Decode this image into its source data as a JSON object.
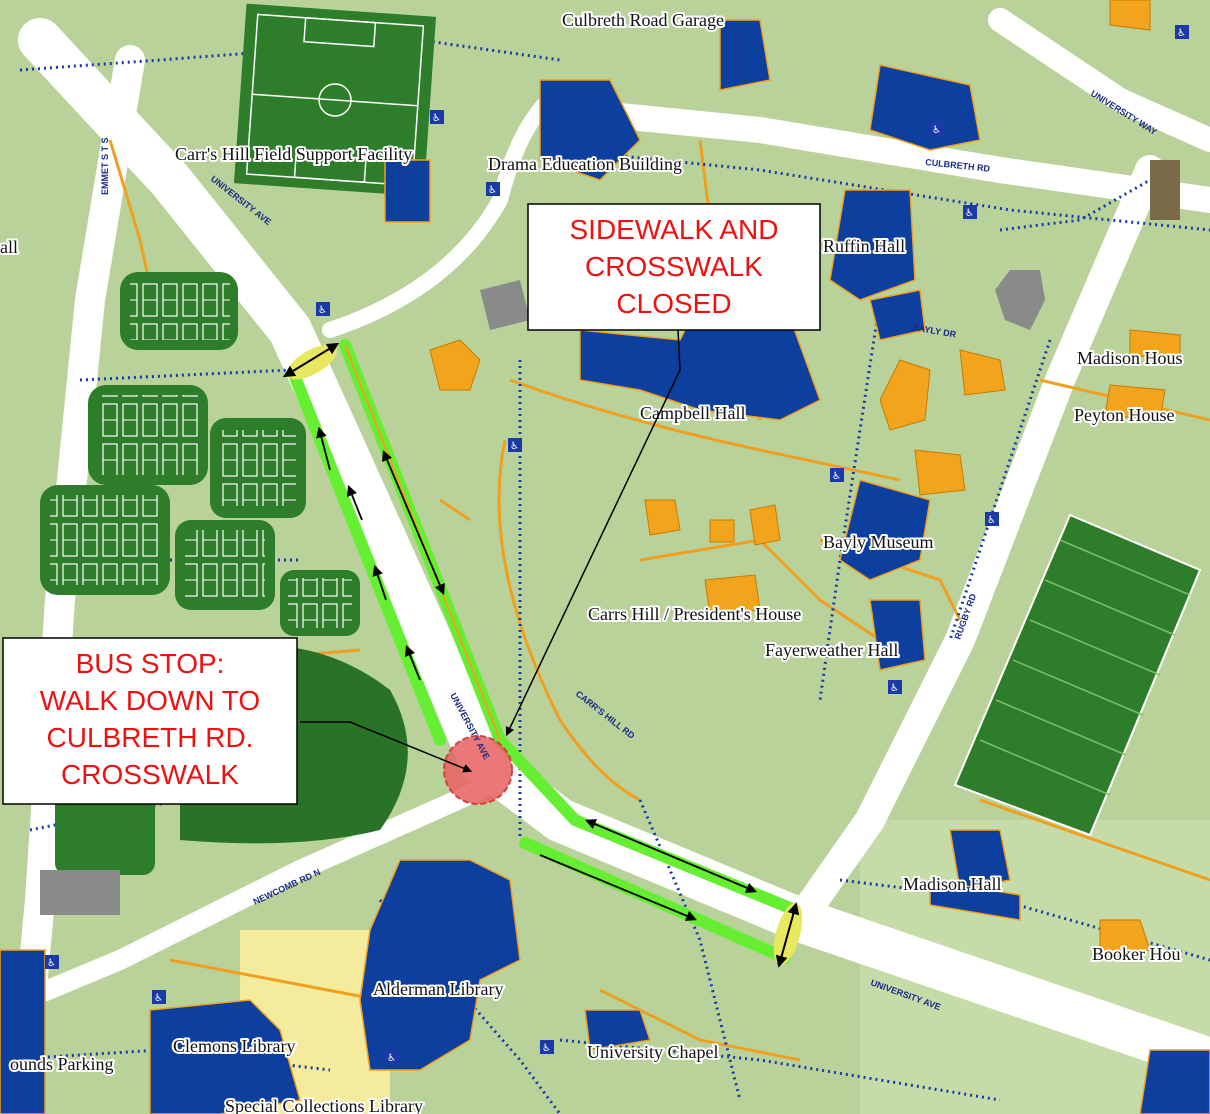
{
  "map": {
    "callouts": {
      "sidewalk": [
        "SIDEWALK AND",
        "CROSSWALK",
        "CLOSED"
      ],
      "bus_stop": [
        "BUS STOP:",
        "WALK DOWN TO",
        "CULBRETH RD.",
        "CROSSWALK"
      ]
    },
    "place_labels": {
      "culbreth_garage": "Culbreth Road Garage",
      "carrs_hill_field": "Carr's Hill Field Support Facility",
      "drama_building": "Drama Education Building",
      "ruffin_hall": "Ruffin Hall",
      "hall_left": "all",
      "madison_house_top": "Madison Hous",
      "peyton_house": "Peyton House",
      "campbell_hall": "Campbell Hall",
      "bayly_museum": "Bayly Museum",
      "carrs_hill": "Carrs Hill / President's House",
      "fayerweather": "Fayerweather Hall",
      "madison_hall": "Madison Hall",
      "booker_house": "Booker Hou",
      "alderman_library": "Alderman Library",
      "clemons_library": "Clemons Library",
      "grounds_parking": "ounds Parking",
      "university_chapel": "University Chapel",
      "special_collections": "Special Collections Library"
    },
    "road_labels": {
      "emmet": "EMMET S T S",
      "univ_ave_top": "UNIVERSITY AVE",
      "univ_way": "UNIVERSITY WAY",
      "culbreth_rd": "CULBRETH RD",
      "bayly_dr": "BAYLY DR",
      "rugby_rd": "RUGBY RD",
      "carrs_hill_rd": "CARR'S HILL RD",
      "univ_ave_mid": "UNIVERSITY AVE",
      "newcomb_rd": "NEWCOMB RD N",
      "univ_ave_bottom": "UNIVERSITY AVE"
    },
    "colors": {
      "ground": "#b9d29a",
      "building": "#0d3f9e",
      "house": "#f2a51c",
      "field": "#2d7d2a",
      "road": "#ffffff",
      "path": "#f0a020",
      "closed_route": "#66ee33",
      "bus_stop": "#e86060",
      "callout_text": "#ee1111"
    }
  }
}
